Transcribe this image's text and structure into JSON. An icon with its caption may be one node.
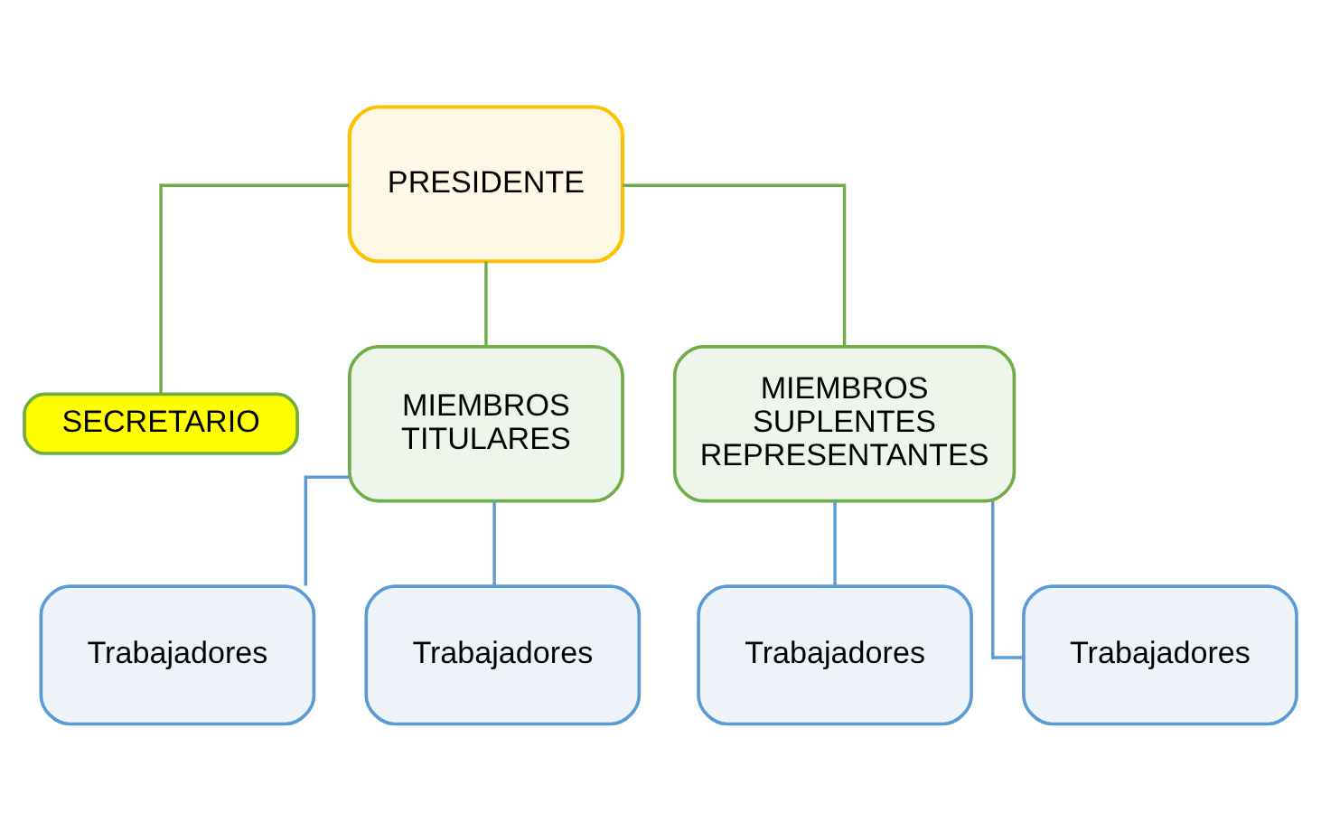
{
  "diagram": {
    "nodes": [
      {
        "text": [
          "PRESIDENTE"
        ]
      },
      {
        "text": [
          "SECRETARIO"
        ]
      },
      {
        "text": [
          "MIEMBROS TITULARES"
        ]
      },
      {
        "text": [
          "MIEMBROS SUPLENTES REPRESENTANTES"
        ]
      },
      {
        "text": [
          "Trabajadores"
        ]
      },
      {
        "text": [
          "Trabajadores"
        ]
      },
      {
        "text": [
          "Trabajadores"
        ]
      },
      {
        "text": [
          "Trabajadores"
        ]
      }
    ],
    "edges": [
      {
        "from": 0,
        "to": 1,
        "arrow": "none",
        "color": "#70ad47"
      },
      {
        "from": 0,
        "to": 2,
        "arrow": "none",
        "color": "#70ad47"
      },
      {
        "from": 0,
        "to": 3,
        "arrow": "none",
        "color": "#70ad47"
      },
      {
        "from": 2,
        "to": 4,
        "arrow": "none"
      },
      {
        "from": 2,
        "to": 5,
        "arrow": "none"
      },
      {
        "from": 3,
        "to": 6,
        "arrow": "none"
      },
      {
        "from": 3,
        "to": 7,
        "arrow": "none"
      }
    ]
  }
}
